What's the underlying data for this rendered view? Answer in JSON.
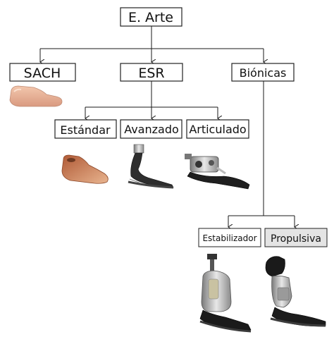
{
  "nodes": {
    "root": "E. Arte",
    "sach": "SACH",
    "esr": "ESR",
    "bionic": "Biónicas",
    "standard": "Estándar",
    "advanced": "Avanzado",
    "articulated": "Articulado",
    "stabilizer": "Estabilizador",
    "propulsive": "Propulsiva"
  },
  "colors": {
    "line": "#1a1a1a",
    "box_border": "#222222",
    "highlight_fill": "#e4e4e4"
  }
}
